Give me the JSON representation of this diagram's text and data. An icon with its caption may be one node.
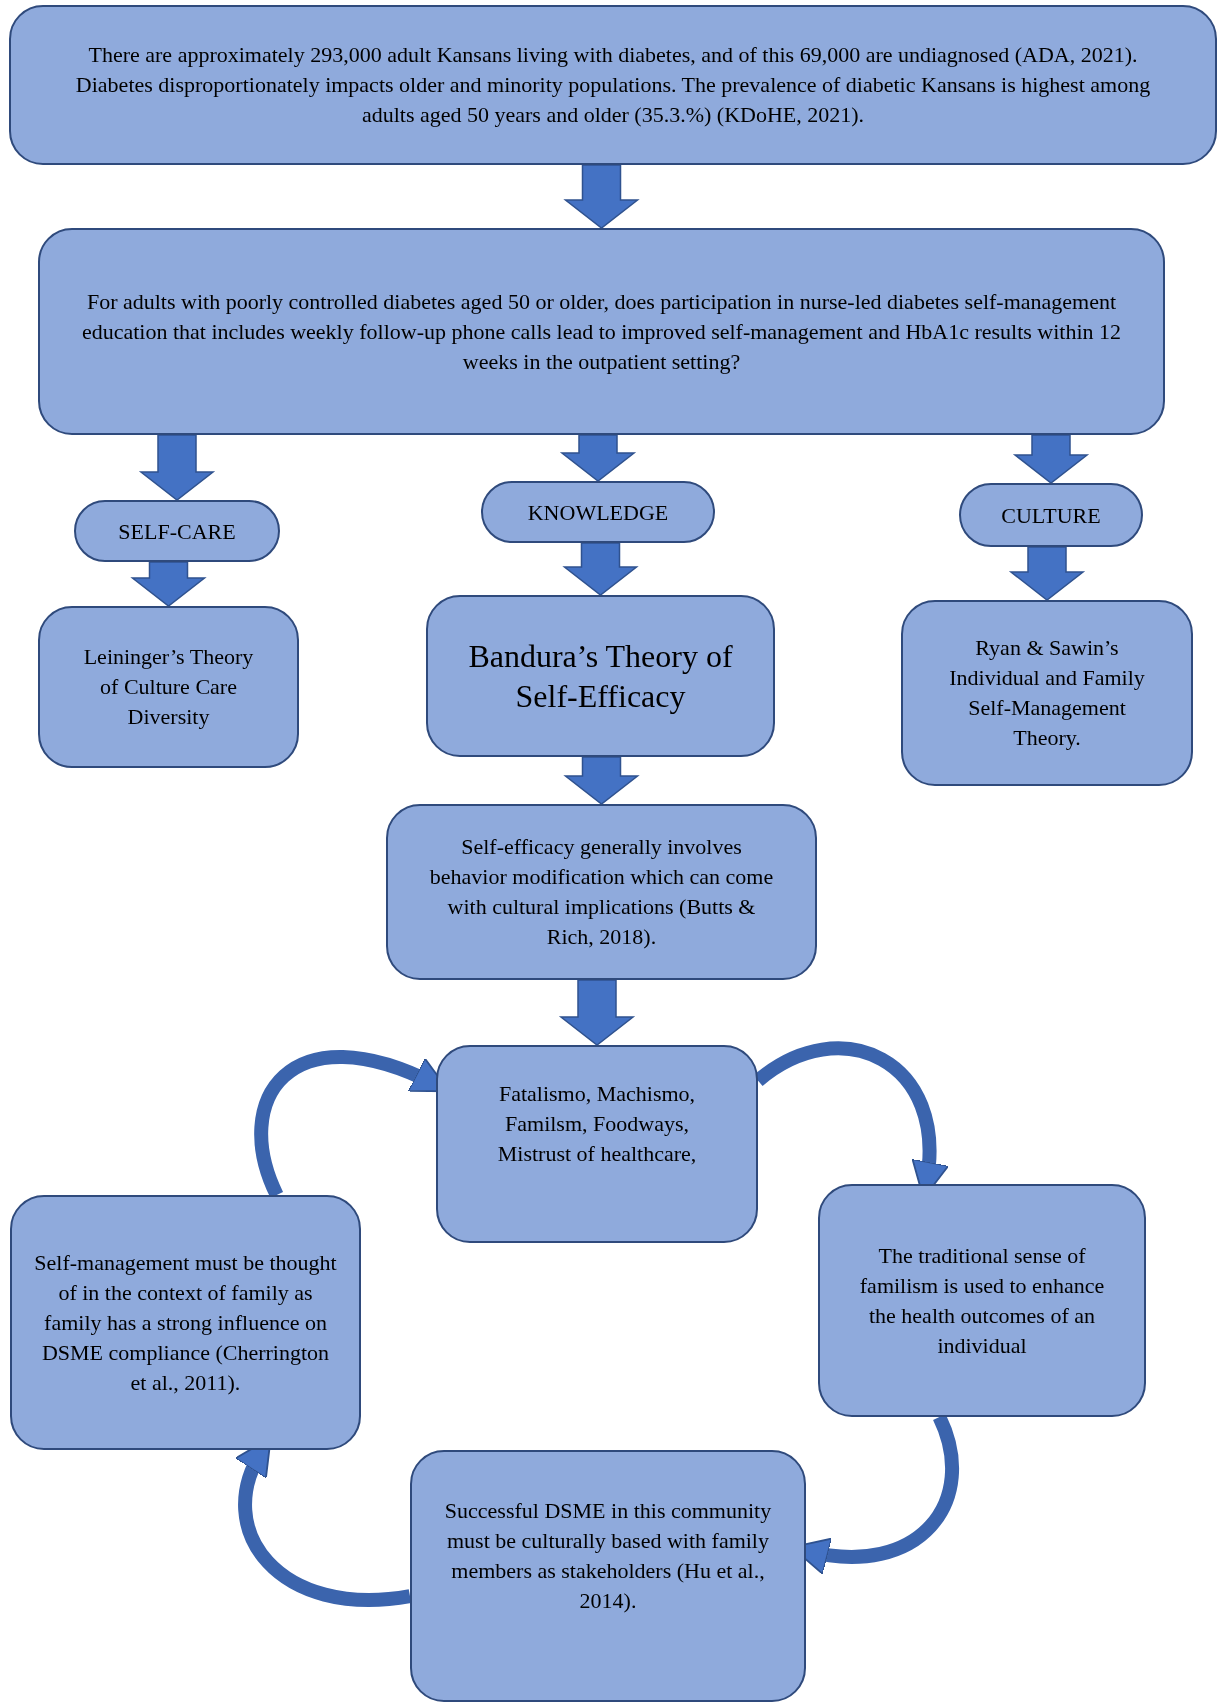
{
  "diagram": {
    "nodes": [
      {
        "text": [
          "There are approximately 293,000 adult Kansans living with diabetes, and of this 69,000 are undiagnosed (ADA, 2021). Diabetes disproportionately impacts older and minority populations. The prevalence of diabetic Kansans is highest among adults aged 50 years and older (35.3.%) (KDoHE, 2021)."
        ]
      },
      {
        "text": [
          "For adults with poorly controlled diabetes aged 50 or older, does participation in nurse-led diabetes self-management education that includes weekly follow-up phone calls lead to improved self-management and HbA1c results within 12 weeks in the outpatient setting?"
        ]
      },
      {
        "text": [
          "SELF-CARE"
        ]
      },
      {
        "text": [
          "KNOWLEDGE"
        ]
      },
      {
        "text": [
          "CULTURE"
        ]
      },
      {
        "text": [
          "Leininger’s Theory of Culture Care Diversity"
        ]
      },
      {
        "text": [
          "Bandura’s Theory of Self-Efficacy"
        ]
      },
      {
        "text": [
          "Ryan & Sawin’s Individual and Family Self-Management Theory."
        ]
      },
      {
        "text": [
          "Self-efficacy generally involves behavior modification which can come with cultural implications (Butts & Rich, 2018)."
        ]
      },
      {
        "text": [
          "Fatalismo, Machismo, Familsm, Foodways, Mistrust of healthcare,"
        ]
      },
      {
        "text": [
          "The traditional sense of familism is used to enhance the health outcomes of an individual"
        ]
      },
      {
        "text": [
          "Successful DSME in this community must be culturally based with family members as stakeholders (Hu et al., 2014)."
        ]
      },
      {
        "text": [
          "Self-management must be thought of in the context of family as family has a strong influence on DSME compliance (Cherrington et al., 2011)."
        ]
      }
    ],
    "edges": [
      {
        "from": 0,
        "to": 1,
        "arrow": "to"
      },
      {
        "from": 1,
        "to": 2,
        "arrow": "to"
      },
      {
        "from": 1,
        "to": 3,
        "arrow": "to"
      },
      {
        "from": 1,
        "to": 4,
        "arrow": "to"
      },
      {
        "from": 2,
        "to": 5,
        "arrow": "to"
      },
      {
        "from": 3,
        "to": 6,
        "arrow": "to"
      },
      {
        "from": 4,
        "to": 7,
        "arrow": "to"
      },
      {
        "from": 6,
        "to": 8,
        "arrow": "to"
      },
      {
        "from": 8,
        "to": 9,
        "arrow": "to"
      },
      {
        "from": 12,
        "to": 9,
        "arrow": "to"
      },
      {
        "from": 9,
        "to": 10,
        "arrow": "to"
      },
      {
        "from": 10,
        "to": 11,
        "arrow": "to"
      },
      {
        "from": 11,
        "to": 12,
        "arrow": "to"
      }
    ]
  }
}
